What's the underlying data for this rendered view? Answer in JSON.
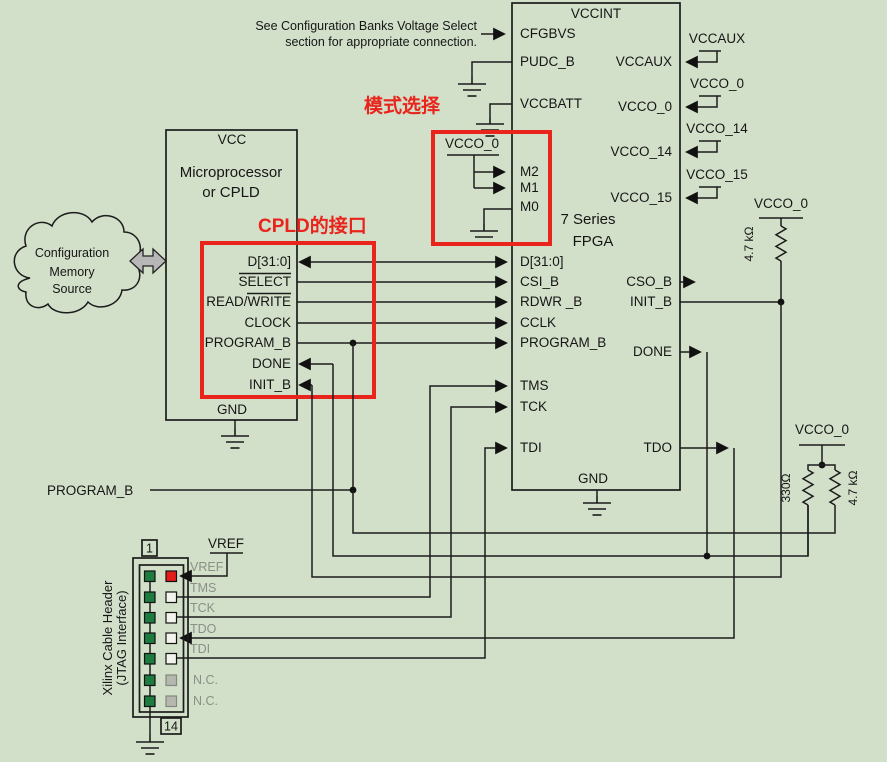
{
  "note": {
    "line1": "See Configuration Banks Voltage Select",
    "line2": "section for appropriate connection."
  },
  "annotations": {
    "mode_select": "模式选择",
    "cpld_interface": "CPLD的接口"
  },
  "cloud": {
    "line1": "Configuration",
    "line2": "Memory",
    "line3": "Source"
  },
  "cpld": {
    "power_pin": "VCC",
    "name_line1": "Microprocessor",
    "name_line2": "or CPLD",
    "pins": {
      "d": "D[31:0]",
      "select": "SELECT",
      "read_write": "READ/WRITE",
      "clock": "CLOCK",
      "program_b": "PROGRAM_B",
      "done": "DONE",
      "init_b": "INIT_B"
    },
    "gnd": "GND"
  },
  "fpga": {
    "power_pin": "VCCINT",
    "name_line1": "7 Series",
    "name_line2": "FPGA",
    "left_pins": {
      "cfgbvs": "CFGBVS",
      "pudc_b": "PUDC_B",
      "vccbatt": "VCCBATT",
      "m2": "M2",
      "m1": "M1",
      "m0": "M0",
      "d": "D[31:0]",
      "csi_b": "CSI_B",
      "rdwr_b": "RDWR _B",
      "cclk": "CCLK",
      "program_b": "PROGRAM_B",
      "tms": "TMS",
      "tck": "TCK",
      "tdi": "TDI"
    },
    "right_pins": {
      "vccaux": "VCCAUX",
      "vcco_0": "VCCO_0",
      "vcco_14": "VCCO_14",
      "vcco_15": "VCCO_15",
      "cso_b": "CSO_B",
      "init_b": "INIT_B",
      "done": "DONE",
      "tdo": "TDO"
    },
    "gnd": "GND"
  },
  "rails": {
    "vccaux": "VCCAUX",
    "vcco_0": "VCCO_0",
    "vcco_14": "VCCO_14",
    "vcco_15": "VCCO_15",
    "mode": "VCCO_0",
    "init_pullup": "VCCO_0",
    "done_pullup": "VCCO_0",
    "vref": "VREF"
  },
  "resistors": {
    "init_pullup": "4.7 kΩ",
    "done_pullup": "330Ω",
    "program_pullup": "4.7 kΩ"
  },
  "program_b_label": "PROGRAM_B",
  "jtag": {
    "caption_line1": "Xilinx Cable Header",
    "caption_line2": "(JTAG Interface)",
    "pin_first": "1",
    "pin_last": "14",
    "labels": {
      "vref": "VREF",
      "tms": "TMS",
      "tck": "TCK",
      "tdo": "TDO",
      "tdi": "TDI",
      "nc1": "N.C.",
      "nc2": "N.C."
    }
  },
  "colors": {
    "background": "#d2dfc9",
    "annotation_red": "#e8241c",
    "wire": "#1c1c1c",
    "pin_green": "#1e7b40",
    "pin_red": "#e51c1c",
    "pin_gray": "#b5b8ae",
    "label_gray": "#8b9086",
    "arrow_gray": "#b7b7b7"
  }
}
